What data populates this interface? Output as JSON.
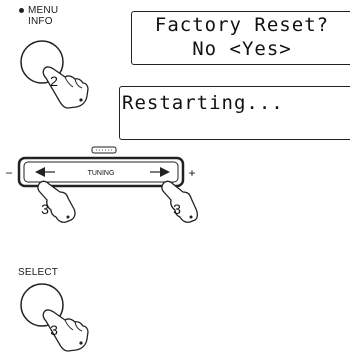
{
  "menu_info": {
    "line1": "MENU",
    "line2": "INFO",
    "step": "2"
  },
  "display_top": {
    "line1": "Factory Reset?",
    "line2": "No <Yes>"
  },
  "display_bottom": {
    "line1": "Restarting..."
  },
  "tuning": {
    "label": "TUNING",
    "minus": "−",
    "plus": "+",
    "step_left": "3",
    "step_right": "3"
  },
  "select": {
    "label": "SELECT",
    "step": "3"
  }
}
